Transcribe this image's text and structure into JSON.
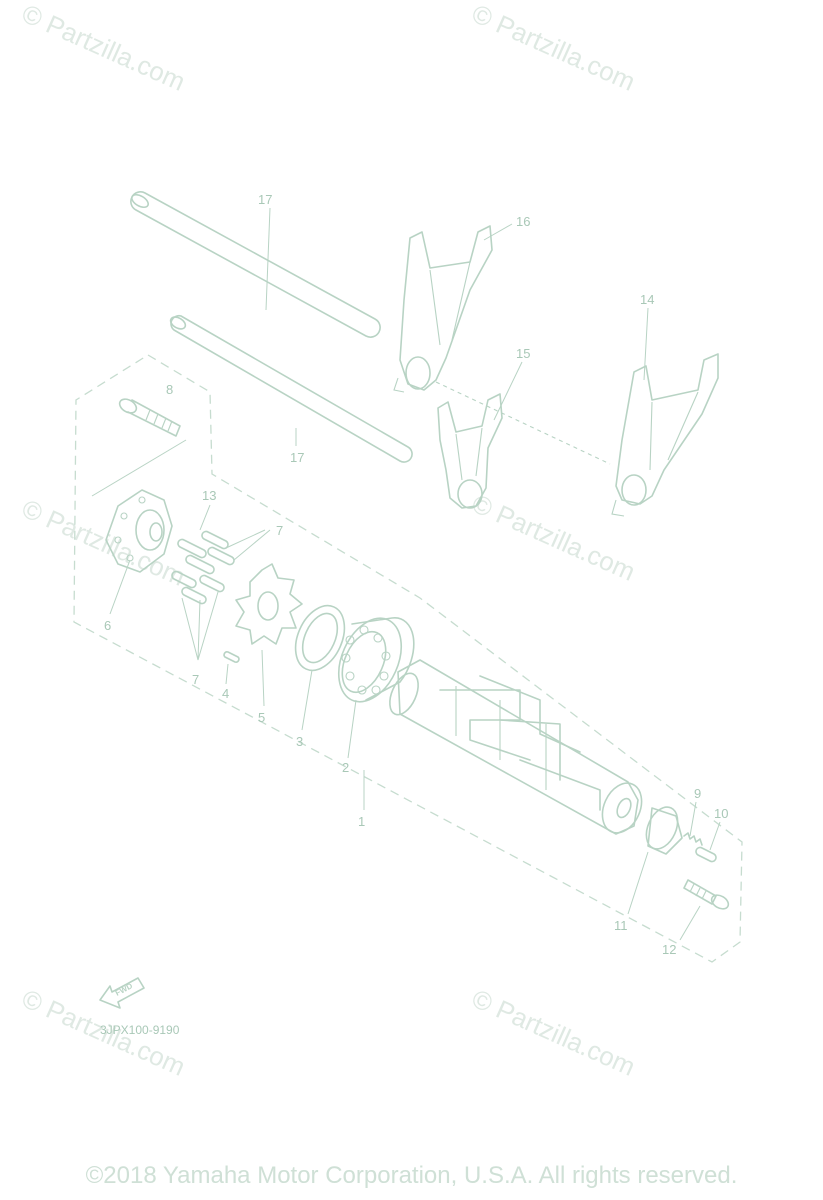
{
  "watermark": "© Partzilla.com",
  "diagram_code": "3JPX100-9190",
  "fwd_label": "FWD",
  "copyright": "©2018 Yamaha Motor Corporation, U.S.A. All rights reserved.",
  "callouts": {
    "c1": "1",
    "c2": "2",
    "c3": "3",
    "c4": "4",
    "c5": "5",
    "c6": "6",
    "c7a": "7",
    "c7b": "7",
    "c8": "8",
    "c9": "9",
    "c10": "10",
    "c11": "11",
    "c12": "12",
    "c13": "13",
    "c14": "14",
    "c15": "15",
    "c16": "16",
    "c17a": "17",
    "c17b": "17"
  },
  "colors": {
    "line": "#b8d3c4",
    "watermark": "#dfe9e3",
    "text": "#a9c8b7"
  }
}
